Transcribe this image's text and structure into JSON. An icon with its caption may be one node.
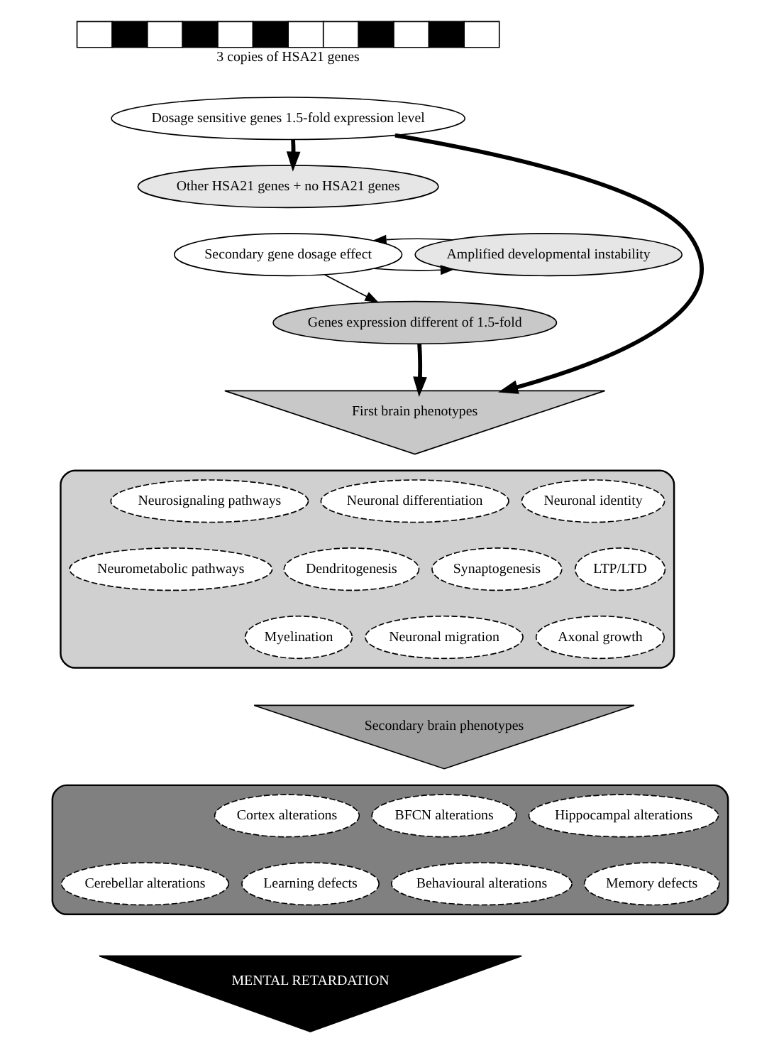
{
  "diagram": {
    "nodes": [
      {
        "text": [],
        "shape": "bar",
        "beside": [
          "3 copies of HSA21 genes"
        ]
      },
      {
        "text": [
          "Dosage sensitive genes 1.5-fold expression level"
        ]
      },
      {
        "text": [
          "Other HSA21 genes + no HSA21 genes"
        ]
      },
      {
        "text": [
          "Secondary gene dosage effect"
        ]
      },
      {
        "text": [
          "Amplified developmental instability"
        ]
      },
      {
        "text": [
          "Genes expression different of 1.5-fold"
        ]
      },
      {
        "text": [
          "First brain phenotypes"
        ]
      },
      {
        "text": [],
        "shape": "ellipse"
      },
      {
        "text": [
          "Neurosignaling pathways"
        ],
        "in": 7
      },
      {
        "text": [
          "Neuronal differentiation"
        ],
        "in": 7
      },
      {
        "text": [
          "Neuronal identity"
        ],
        "in": 7
      },
      {
        "text": [
          "Neurometabolic pathways"
        ],
        "in": 7
      },
      {
        "text": [
          "Dendritogenesis"
        ],
        "in": 7
      },
      {
        "text": [
          "Synaptogenesis"
        ],
        "in": 7
      },
      {
        "text": [
          "LTP/LTD"
        ],
        "in": 7
      },
      {
        "text": [
          "Myelination"
        ],
        "in": 7
      },
      {
        "text": [
          "Neuronal migration"
        ],
        "in": 7
      },
      {
        "text": [
          "Axonal growth"
        ],
        "in": 7
      },
      {
        "text": [
          "Secondary brain phenotypes"
        ]
      },
      {
        "text": [],
        "shape": "ellipse"
      },
      {
        "text": [
          "Cortex alterations"
        ],
        "in": 19
      },
      {
        "text": [
          "BFCN alterations"
        ],
        "in": 19
      },
      {
        "text": [
          "Hippocampal alterations"
        ],
        "in": 19
      },
      {
        "text": [
          "Cerebellar alterations"
        ],
        "in": 19
      },
      {
        "text": [
          "Learning defects"
        ],
        "in": 19
      },
      {
        "text": [
          "Behavioural alterations"
        ],
        "in": 19
      },
      {
        "text": [
          "Memory defects"
        ],
        "in": 19
      },
      {
        "text": [
          "MENTAL RETARDATION"
        ]
      }
    ],
    "edges": [
      {
        "from": 1,
        "to": 2,
        "arrow": "to",
        "style": "thick"
      },
      {
        "from": 1,
        "to": 6,
        "arrow": "to",
        "style": "thick"
      },
      {
        "from": 3,
        "to": 4,
        "arrow": "to"
      },
      {
        "from": 4,
        "to": 3,
        "arrow": "to"
      },
      {
        "from": 3,
        "to": 5,
        "arrow": "to"
      },
      {
        "from": 5,
        "to": 6,
        "arrow": "to",
        "style": "thick"
      }
    ]
  }
}
